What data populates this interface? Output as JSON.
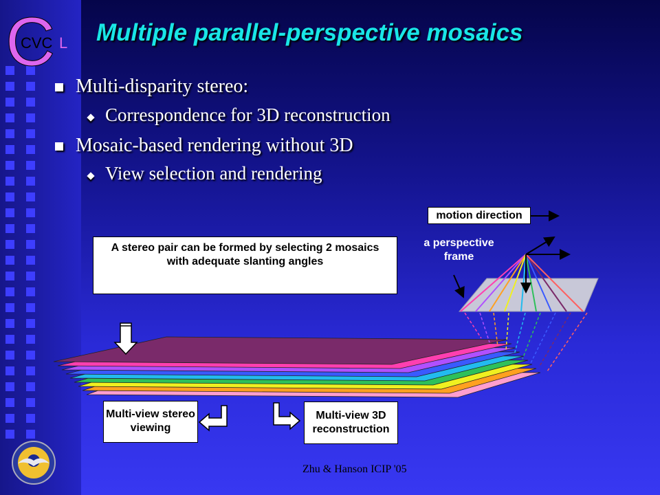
{
  "logo": {
    "big_letter": "C",
    "small_letters": "CVC",
    "suffix": "L"
  },
  "title": "Multiple parallel-perspective mosaics",
  "bullets": [
    {
      "text": "Multi-disparity stereo:",
      "sub": [
        "Correspondence for 3D reconstruction"
      ]
    },
    {
      "text": "Mosaic-based rendering without 3D",
      "sub": [
        "View selection and rendering"
      ]
    }
  ],
  "diagram": {
    "callout": "A stereo pair can be formed by selecting 2 mosaics with adequate slanting angles",
    "motion_label": "motion direction",
    "frame_label": "a perspective frame",
    "stereo_box": "Multi-view stereo viewing",
    "recon_box": "Multi-view 3D reconstruction",
    "layer_colors": [
      "#7a2a6a",
      "#ff3fb0",
      "#b050ff",
      "#3a5aff",
      "#22bbee",
      "#2ec05a",
      "#f0f020",
      "#ffa020",
      "#ff9ecf"
    ]
  },
  "footer": "Zhu & Hanson ICIP '05"
}
